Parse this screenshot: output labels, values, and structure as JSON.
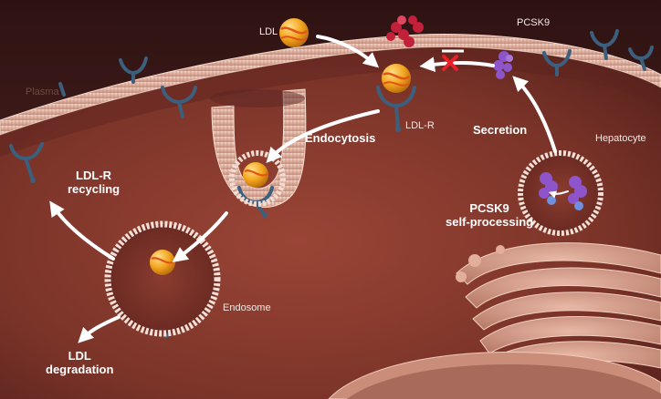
{
  "labels": {
    "ldl": "LDL",
    "pcsk9": "PCSK9",
    "plasma": "Plasma",
    "ldl_r": "LDL-R",
    "endocytosis": "Endocytosis",
    "secretion": "Secretion",
    "hepatocyte": "Hepatocyte",
    "ldl_r_recycling_1": "LDL-R",
    "ldl_r_recycling_2": "recycling",
    "pcsk9_self_processing_1": "PCSK9",
    "pcsk9_self_processing_2": "self-processing",
    "endosome": "Endosome",
    "ldl_degradation_1": "LDL",
    "ldl_degradation_2": "degradation"
  },
  "colors": {
    "plasma_bg": "#4a2220",
    "cytoplasm": "#7a3328",
    "membrane": "#e7b9a8",
    "receptor": "#3d5f7e",
    "ldl": "#f3a51d",
    "pcsk9": "#8d55c9",
    "antibody": "#c3203a",
    "arrow": "#ffffff",
    "block_x": "#e8202a"
  }
}
